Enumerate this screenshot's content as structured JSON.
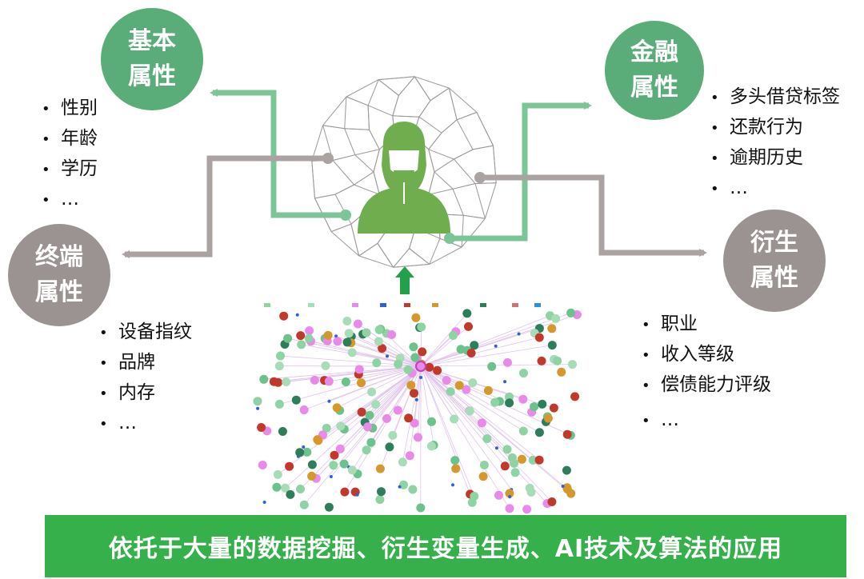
{
  "circles": {
    "basic": [
      "基本",
      "属性"
    ],
    "finance": [
      "金融",
      "属性"
    ],
    "terminal": [
      "终端",
      "属性"
    ],
    "derived": [
      "衍生",
      "属性"
    ]
  },
  "lists": {
    "basic": [
      "性别",
      "年龄",
      "学历",
      "…"
    ],
    "finance": [
      "多头借贷标签",
      "还款行为",
      "逾期历史",
      "…"
    ],
    "terminal": [
      "设备指纹",
      "品牌",
      "内存",
      "…"
    ],
    "derived": [
      "职业",
      "收入等级",
      "偿债能力评级",
      "…"
    ]
  },
  "banner": "依托于大量的数据挖掘、衍生变量生成、AI技术及算法的应用",
  "colors": {
    "green": "#5aac78",
    "gray": "#9a9391",
    "banner_green": "#36b04a",
    "arrow_green": "#22a14a"
  },
  "icons": {
    "center": "user-face-icon",
    "network": "network-graph"
  }
}
